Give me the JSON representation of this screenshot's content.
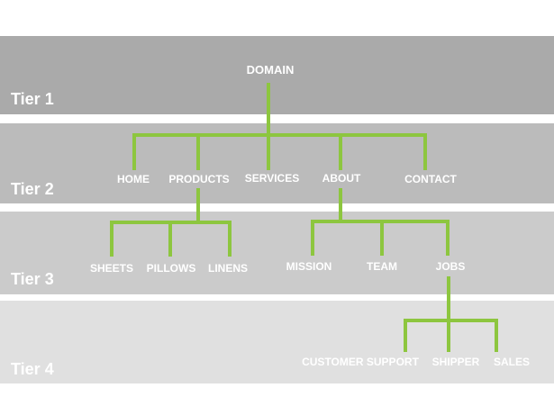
{
  "colors": {
    "tier1_band": "#aaaaaa",
    "tier2_band": "#bbbbbb",
    "tier3_band": "#cbcbcb",
    "tier4_band": "#e0e0e0",
    "connector": "#8dc63f",
    "text": "#ffffff"
  },
  "tiers": [
    {
      "label": "Tier 1"
    },
    {
      "label": "Tier 2"
    },
    {
      "label": "Tier 3"
    },
    {
      "label": "Tier 4"
    }
  ],
  "nodes": {
    "domain": "DOMAIN",
    "home": "HOME",
    "products": "PRODUCTS",
    "services": "SERVICES",
    "about": "ABOUT",
    "contact": "CONTACT",
    "sheets": "SHEETS",
    "pillows": "PILLOWS",
    "linens": "LINENS",
    "mission": "MISSION",
    "team": "TEAM",
    "jobs": "JOBS",
    "customer_support": "CUSTOMER SUPPORT",
    "shipper": "SHIPPER",
    "sales": "SALES"
  }
}
